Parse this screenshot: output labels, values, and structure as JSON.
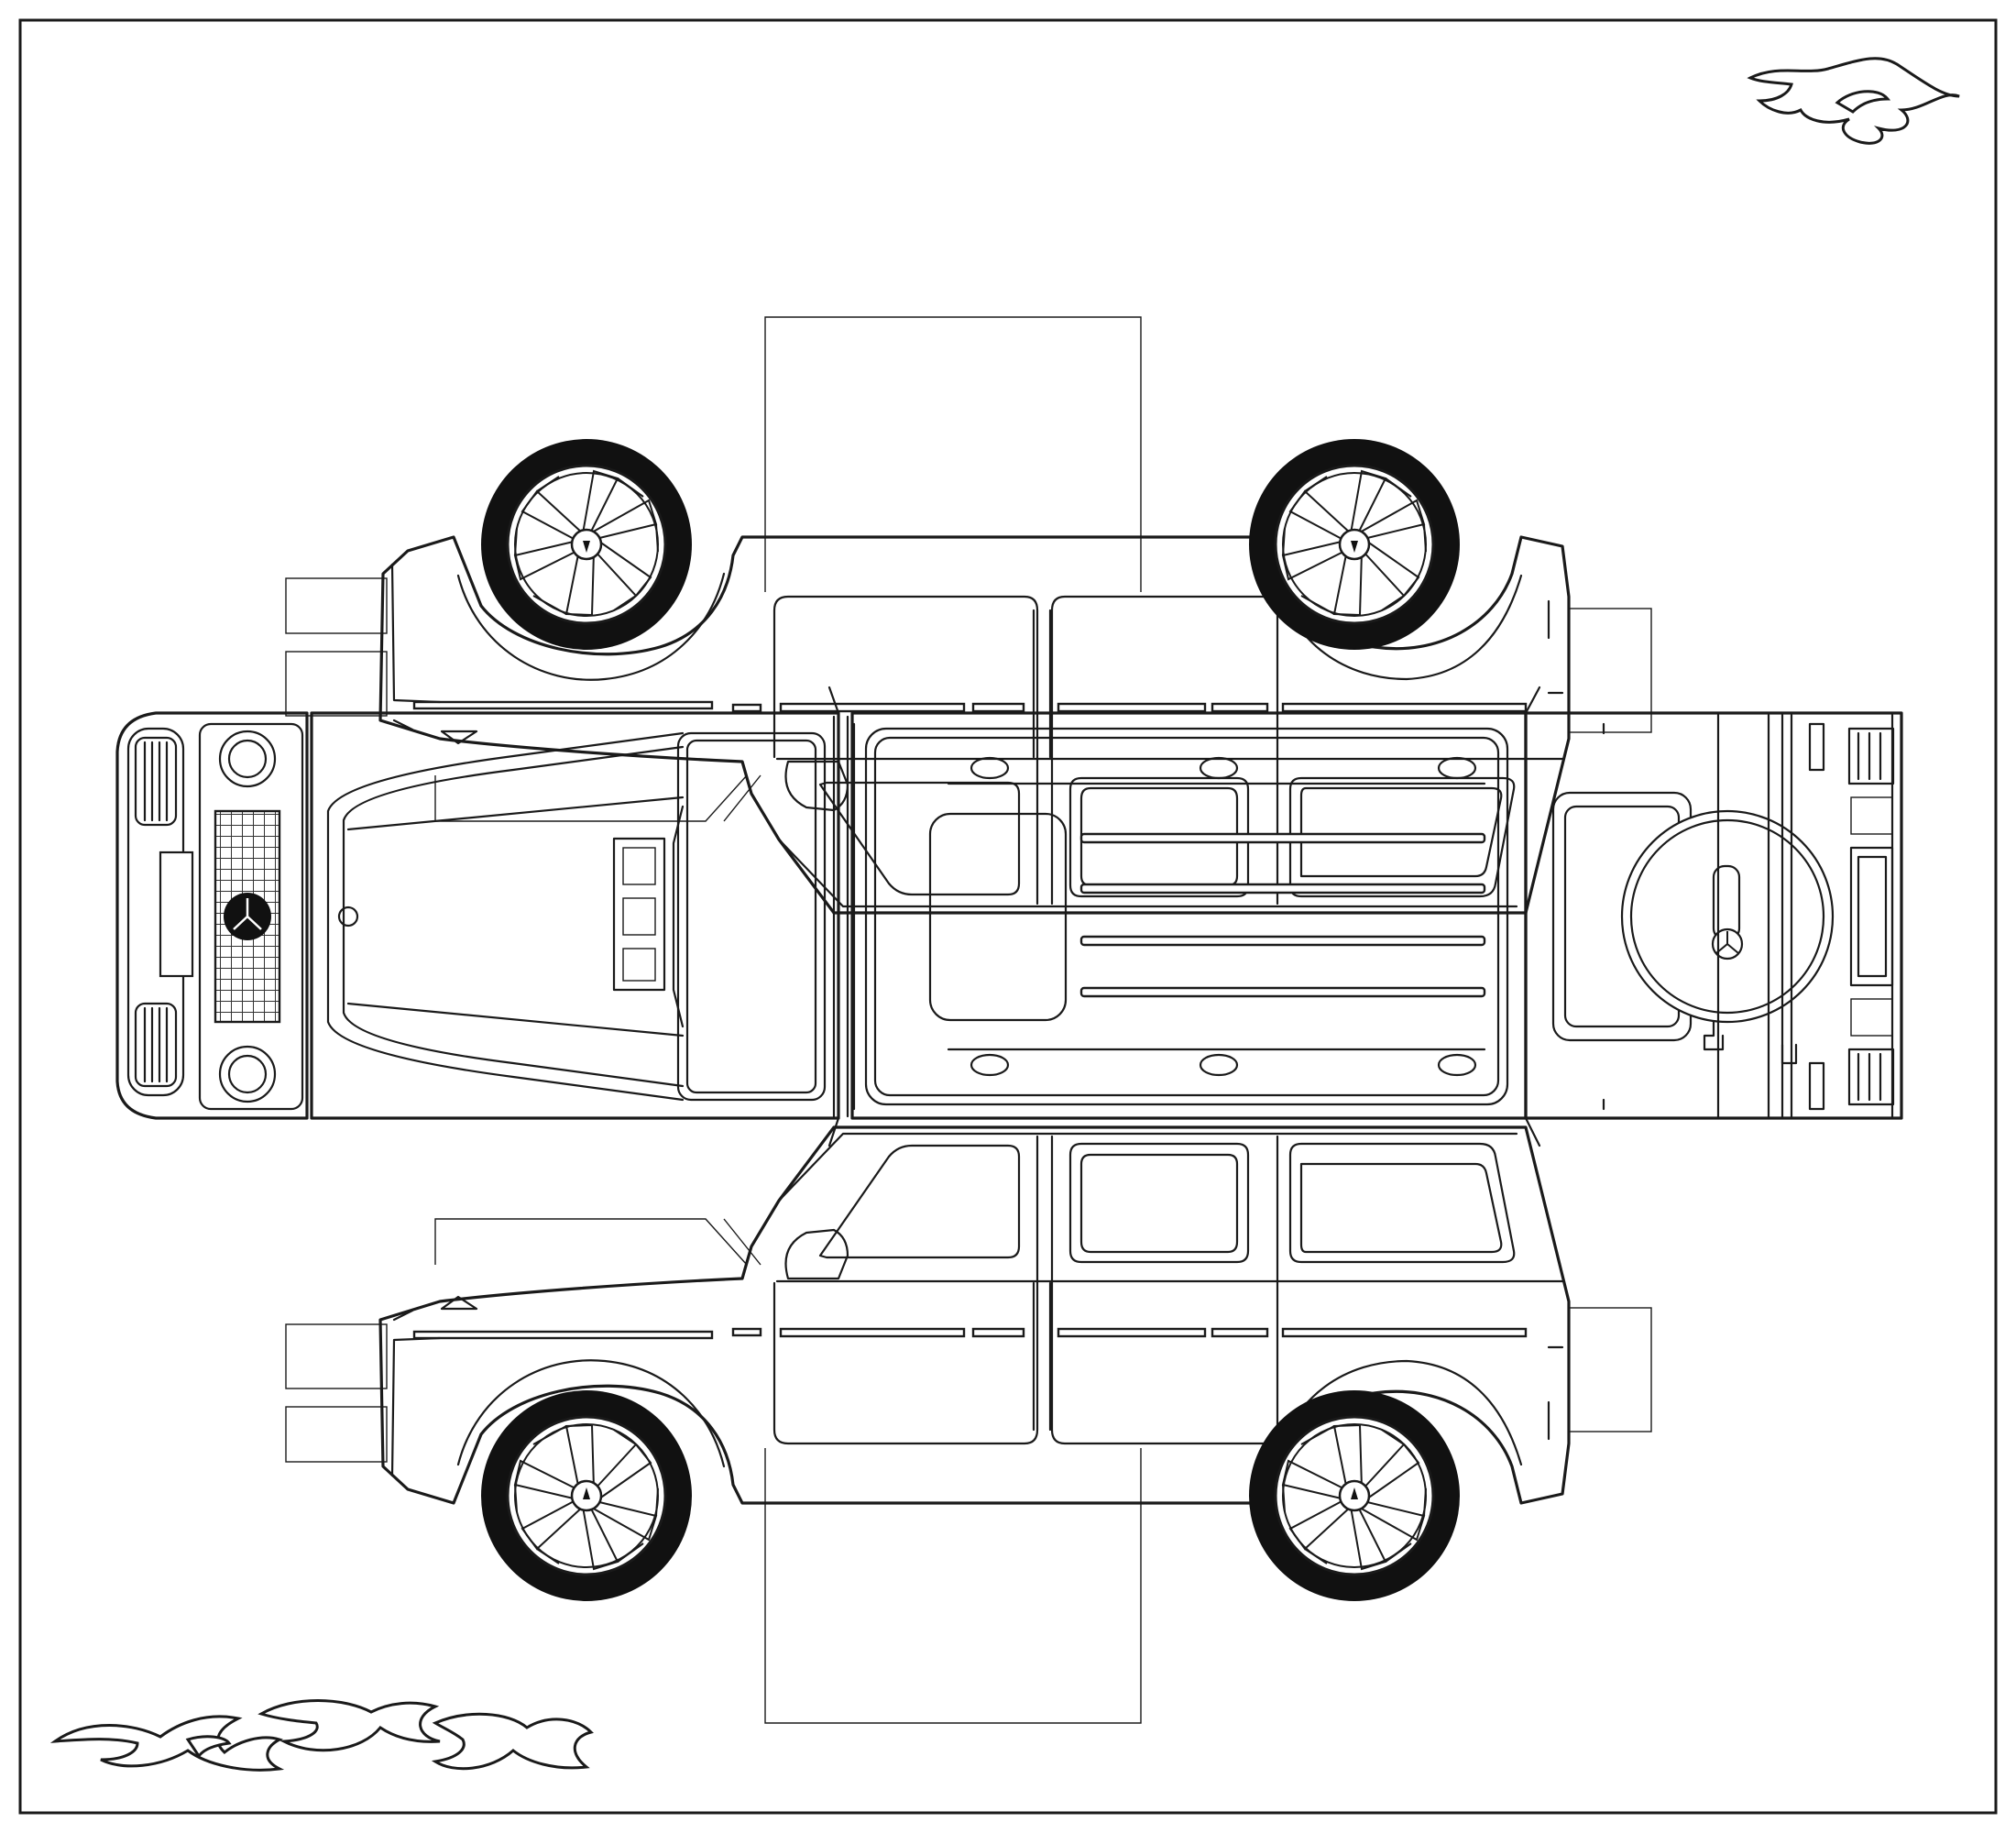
{
  "sheet": {
    "kind": "paper-craft-template",
    "line_color": "#1a1a1a",
    "background": "#ffffff",
    "wheel_tire_color": "#111111"
  },
  "panels": [
    "top-side-panel",
    "front-panel",
    "hood-panel",
    "roof-panel",
    "rear-panel",
    "bottom-side-panel"
  ],
  "decorations": [
    "flame-icon",
    "flames-icon"
  ]
}
